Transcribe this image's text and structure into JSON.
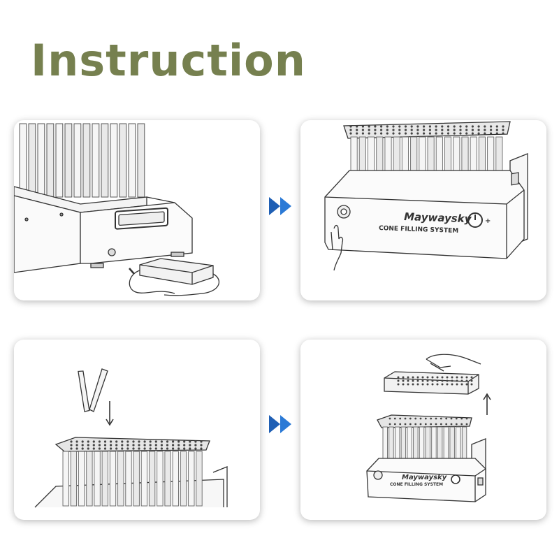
{
  "title": "Instruction",
  "brand": {
    "name": "Maywaysky",
    "subtitle": "CONE FILLING SYSTEM"
  },
  "dial": {
    "minus": "-",
    "plus": "+"
  },
  "colors": {
    "title": "#76804f",
    "arrow": "#1f5fb4"
  },
  "steps": [
    {
      "id": "connect-power-adapter"
    },
    {
      "id": "switch-on-machine"
    },
    {
      "id": "insert-cones"
    },
    {
      "id": "lift-cone-tray"
    }
  ]
}
